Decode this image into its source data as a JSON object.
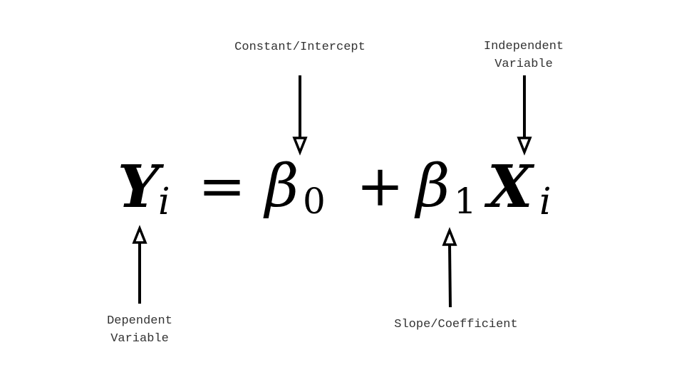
{
  "equation": {
    "lhs": {
      "symbol": "Y",
      "subscript": "i"
    },
    "equals": "=",
    "intercept": {
      "symbol": "β",
      "subscript": "0"
    },
    "plus": "+",
    "slope": {
      "symbol": "β",
      "subscript": "1"
    },
    "regressor": {
      "symbol": "X",
      "subscript": "i"
    }
  },
  "annotations": {
    "intercept": {
      "lines": [
        "Constant/Intercept"
      ]
    },
    "independent": {
      "lines": [
        "Independent",
        "Variable"
      ]
    },
    "dependent": {
      "lines": [
        "Dependent",
        "Variable"
      ]
    },
    "slope": {
      "lines": [
        "Slope/Coefficient"
      ]
    }
  },
  "colors": {
    "text": "#333333",
    "equation": "#000000",
    "arrow": "#000000",
    "background": "#ffffff"
  }
}
